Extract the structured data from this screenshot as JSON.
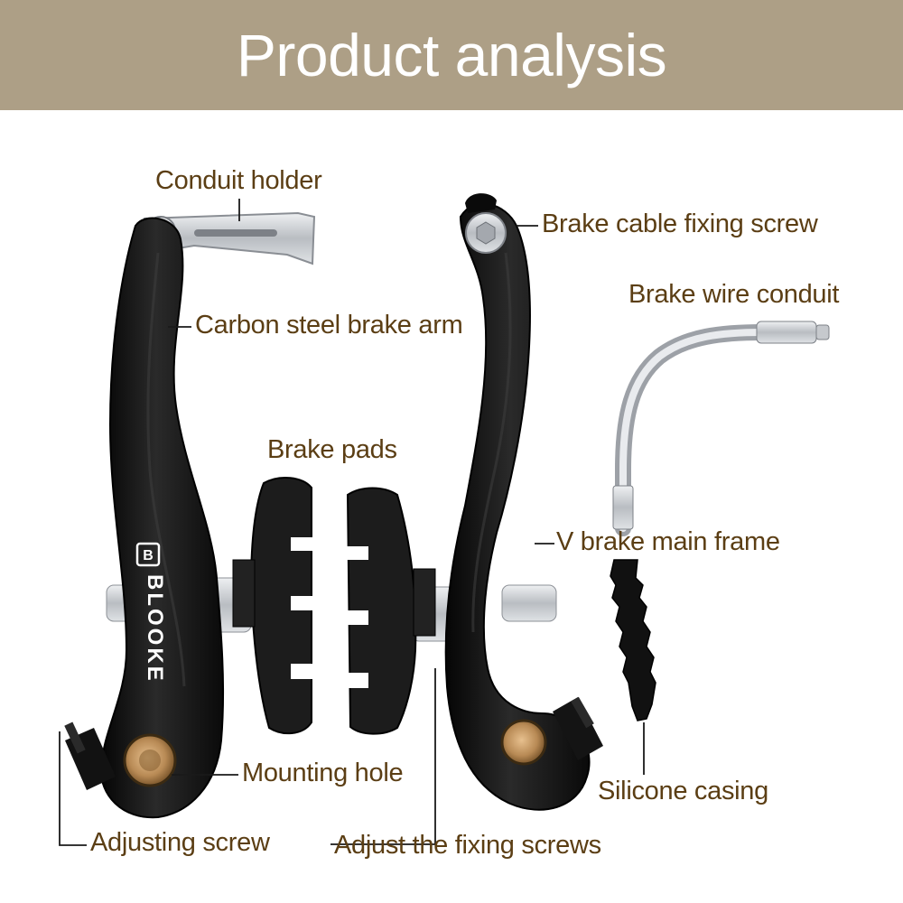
{
  "header": {
    "title": "Product analysis"
  },
  "labels": {
    "conduit_holder": "Conduit holder",
    "brake_cable_fixing_screw": "Brake cable fixing screw",
    "brake_wire_conduit": "Brake wire conduit",
    "carbon_steel_brake_arm": "Carbon steel brake arm",
    "brake_pads": "Brake pads",
    "v_brake_main_frame": "V brake main frame",
    "mounting_hole": "Mounting hole",
    "silicone_casing": "Silicone casing",
    "adjusting_screw": "Adjusting screw",
    "adjust_the_fixing_screws": "Adjust the fixing screws"
  },
  "brand": {
    "logo_text": "BLOOKE"
  },
  "colors": {
    "header_bg": "#ad9f86",
    "label_text": "#5b3e14",
    "arm_black": "#111111",
    "silver": "#c9ccd0",
    "brass": "#b88a55"
  }
}
